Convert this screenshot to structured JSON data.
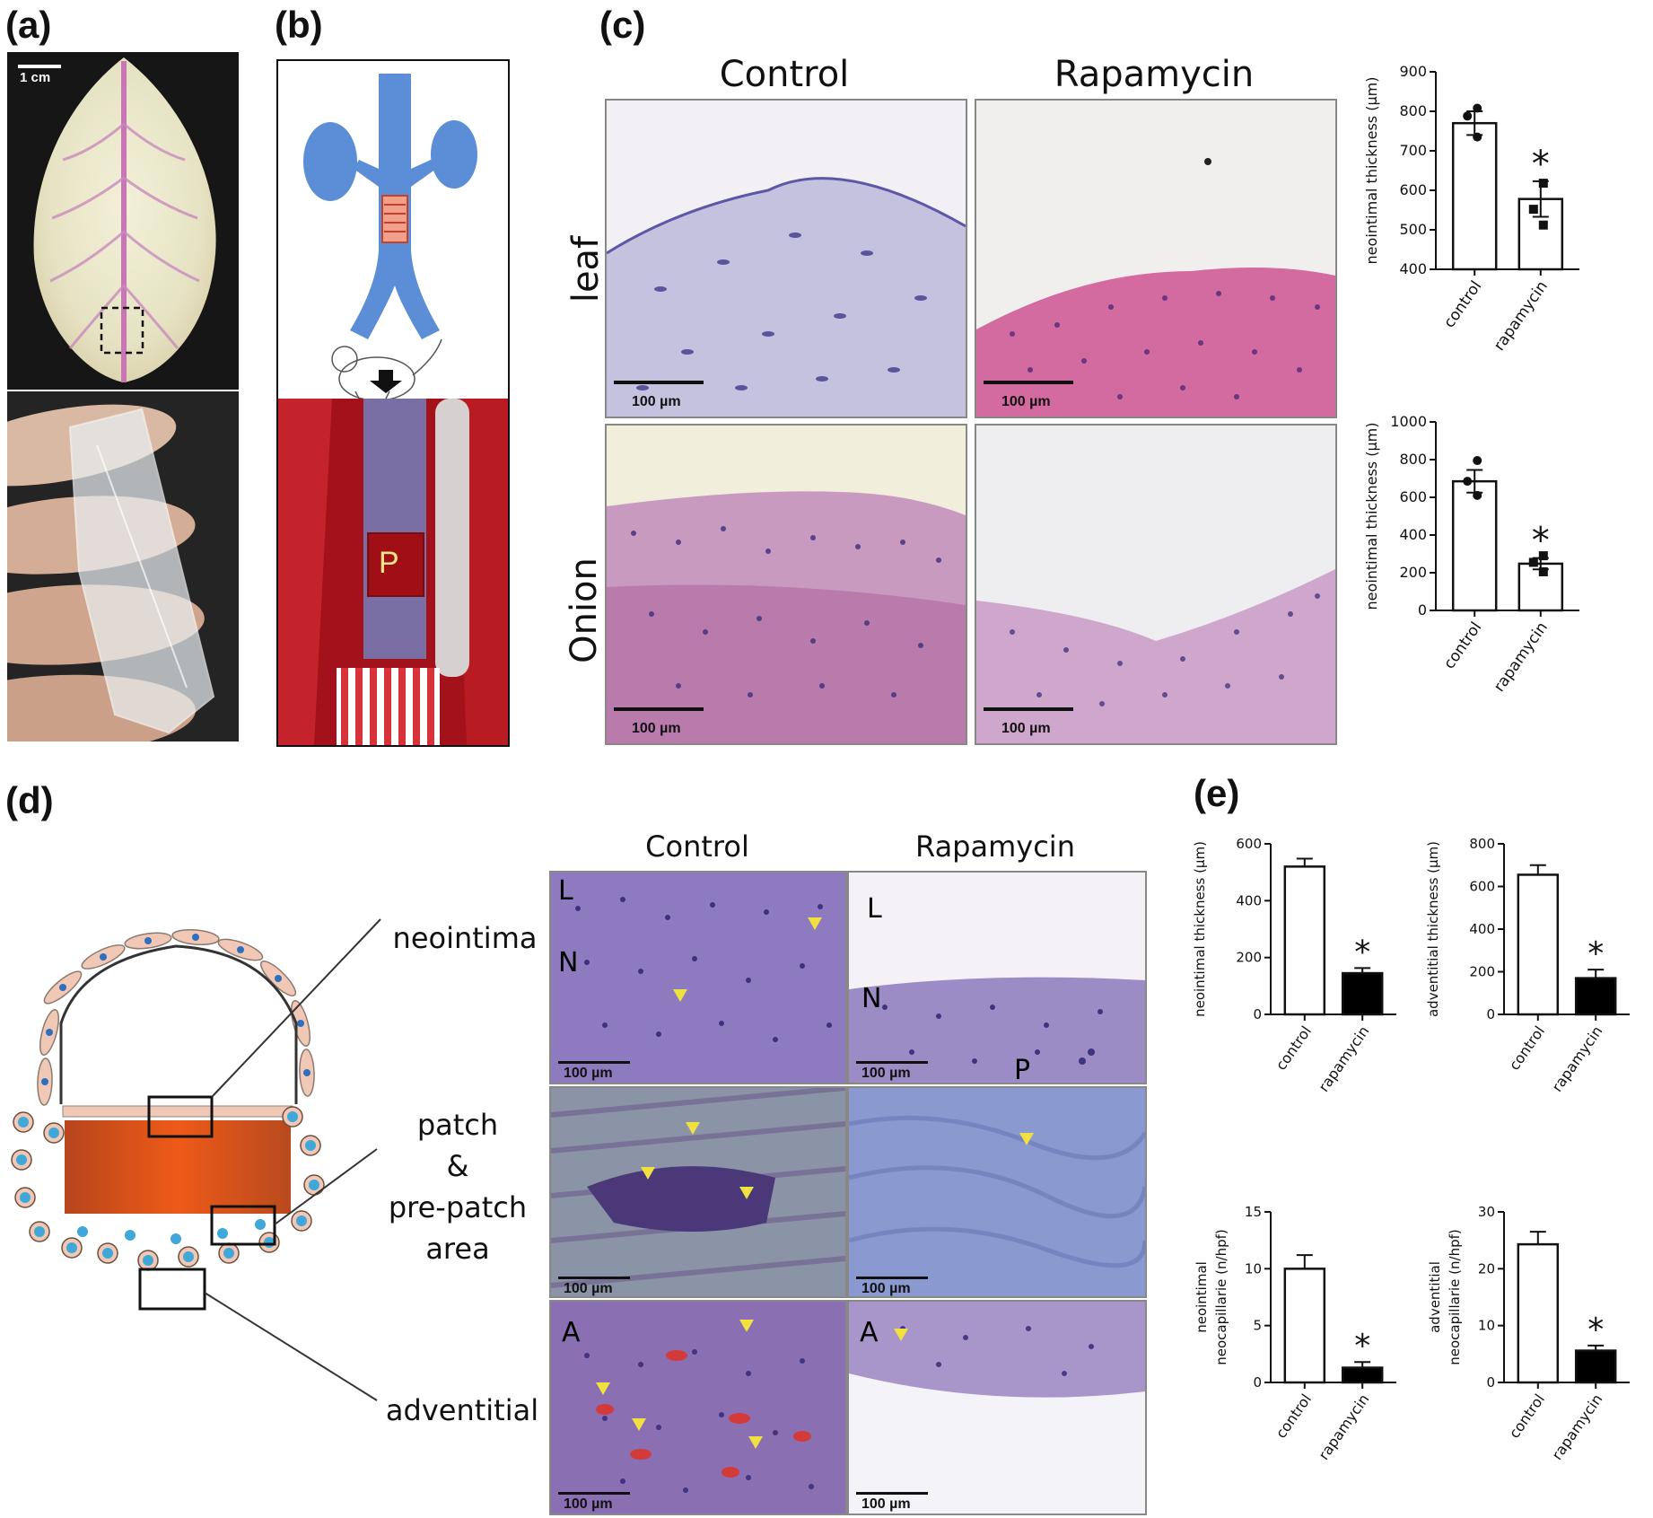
{
  "panels": {
    "a": {
      "label": "(a)",
      "scale_text": "1 cm"
    },
    "b": {
      "label": "(b)",
      "patch_letter": "P"
    },
    "c": {
      "label": "(c)",
      "col_control": "Control",
      "col_rapamycin": "Rapamycin",
      "row_leaf": "leaf",
      "row_onion": "Onion",
      "scale_text": "100 µm"
    },
    "d": {
      "label": "(d)",
      "col_control": "Control",
      "col_rapamycin": "Rapamycin",
      "region_neointima": "neointima",
      "region_patch_1": "patch",
      "region_patch_2": "&",
      "region_patch_3": "pre-patch",
      "region_patch_4": "area",
      "region_adventitial": "adventitial",
      "scale_text": "100 µm",
      "letter_L": "L",
      "letter_N": "N",
      "letter_P": "P",
      "letter_A": "A"
    },
    "e": {
      "label": "(e)"
    }
  },
  "colors": {
    "stain_purple": "#8a6fb3",
    "stain_pink": "#d05a8a",
    "tissue_red": "#c0141c",
    "vessel_blue": "#5b8ed6",
    "arrow_yellow": "#f0e040",
    "patch_orange": "#e8561f",
    "cell_blue": "#3fa8d8"
  },
  "chart_data": [
    {
      "id": "c-top",
      "type": "bar",
      "categories": [
        "control",
        "rapamycin"
      ],
      "values": [
        770,
        578
      ],
      "errors": [
        30,
        45
      ],
      "points": [
        [
          808,
          788,
          735
        ],
        [
          618,
          552,
          512
        ]
      ],
      "ylabel": "neointimal thickness (µm)",
      "ylim": [
        400,
        900
      ],
      "yticks": [
        400,
        500,
        600,
        700,
        800,
        900
      ],
      "fill": [
        "#ffffff",
        "#ffffff"
      ],
      "star": [
        false,
        true
      ]
    },
    {
      "id": "c-bottom",
      "type": "bar",
      "categories": [
        "control",
        "rapamycin"
      ],
      "values": [
        685,
        248
      ],
      "errors": [
        60,
        30
      ],
      "points": [
        [
          795,
          685,
          610
        ],
        [
          290,
          255,
          205
        ]
      ],
      "ylabel": "neointimal thickness (µm)",
      "ylim": [
        0,
        1000
      ],
      "yticks": [
        0,
        200,
        400,
        600,
        800,
        1000
      ],
      "fill": [
        "#ffffff",
        "#ffffff"
      ],
      "star": [
        false,
        true
      ]
    },
    {
      "id": "e-neointimal-thickness",
      "type": "bar",
      "categories": [
        "control",
        "rapamycin"
      ],
      "values": [
        520,
        145
      ],
      "errors": [
        28,
        18
      ],
      "ylabel": "neointimal thickness (µm)",
      "ylim": [
        0,
        600
      ],
      "yticks": [
        0,
        200,
        400,
        600
      ],
      "fill": [
        "#ffffff",
        "#000000"
      ],
      "star": [
        false,
        true
      ]
    },
    {
      "id": "e-adventitial-thickness",
      "type": "bar",
      "categories": [
        "control",
        "rapamycin"
      ],
      "values": [
        655,
        170
      ],
      "errors": [
        45,
        40
      ],
      "ylabel": "adventitial thickness (µm)",
      "ylim": [
        0,
        800
      ],
      "yticks": [
        0,
        200,
        400,
        600,
        800
      ],
      "fill": [
        "#ffffff",
        "#000000"
      ],
      "star": [
        false,
        true
      ]
    },
    {
      "id": "e-neointimal-neocap",
      "type": "bar",
      "categories": [
        "control",
        "rapamycin"
      ],
      "values": [
        10,
        1.3
      ],
      "errors": [
        1.2,
        0.5
      ],
      "ylabel_lines": [
        "neointimal",
        "neocapillarie (n/hpf)"
      ],
      "ylim": [
        0,
        15
      ],
      "yticks": [
        0,
        5,
        10,
        15
      ],
      "fill": [
        "#ffffff",
        "#000000"
      ],
      "star": [
        false,
        true
      ]
    },
    {
      "id": "e-adventitial-neocap",
      "type": "bar",
      "categories": [
        "control",
        "rapamycin"
      ],
      "values": [
        24.3,
        5.6
      ],
      "errors": [
        2.2,
        0.9
      ],
      "ylabel_lines": [
        "adventitial",
        "neocapillarie (n/hpf)"
      ],
      "ylim": [
        0,
        30
      ],
      "yticks": [
        0,
        10,
        20,
        30
      ],
      "fill": [
        "#ffffff",
        "#000000"
      ],
      "star": [
        false,
        true
      ]
    }
  ]
}
